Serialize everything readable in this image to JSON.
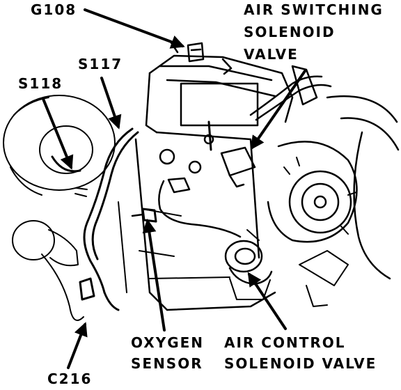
{
  "labels": {
    "g108": "G108",
    "air_switching": [
      "AIR SWITCHING",
      "SOLENOID",
      "VALVE"
    ],
    "s117": "S117",
    "s118": "S118",
    "oxygen_sensor": [
      "OXYGEN",
      "SENSOR"
    ],
    "air_control": [
      "AIR CONTROL",
      "SOLENOID VALVE"
    ],
    "c216": "C216"
  },
  "colors": {
    "ink": "#000000",
    "paper": "#ffffff"
  }
}
